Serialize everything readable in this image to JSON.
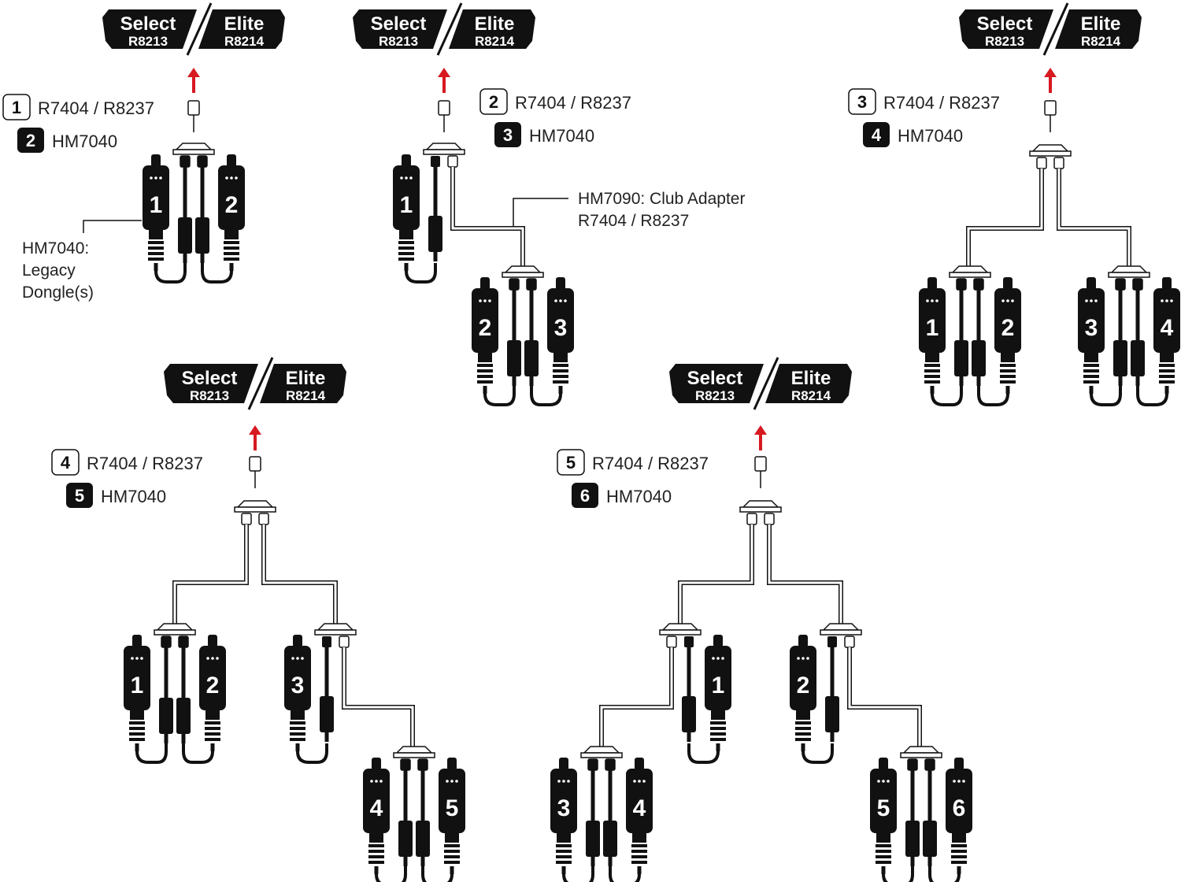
{
  "colors": {
    "ink": "#111111",
    "accent": "#d71920",
    "paper": "#ffffff"
  },
  "console": {
    "select_label": "Select",
    "select_model": "R8213",
    "elite_label": "Elite",
    "elite_model": "R8214"
  },
  "configurations": [
    {
      "id": "config-2-dongles",
      "splitter_badge": "1",
      "splitter_text": "R7404 / R8237",
      "dongle_badge": "2",
      "dongle_text": "HM7040",
      "dongle_numbers": [
        "1",
        "2"
      ]
    },
    {
      "id": "config-3-dongles",
      "splitter_badge": "2",
      "splitter_text": "R7404 / R8237",
      "dongle_badge": "3",
      "dongle_text": "HM7040",
      "dongle_numbers": [
        "1",
        "2",
        "3"
      ]
    },
    {
      "id": "config-4-dongles",
      "splitter_badge": "3",
      "splitter_text": "R7404 / R8237",
      "dongle_badge": "4",
      "dongle_text": "HM7040",
      "dongle_numbers": [
        "1",
        "2",
        "3",
        "4"
      ]
    },
    {
      "id": "config-5-dongles",
      "splitter_badge": "4",
      "splitter_text": "R7404 / R8237",
      "dongle_badge": "5",
      "dongle_text": "HM7040",
      "dongle_numbers": [
        "1",
        "2",
        "3",
        "4",
        "5"
      ]
    },
    {
      "id": "config-6-dongles",
      "splitter_badge": "5",
      "splitter_text": "R7404 / R8237",
      "dongle_badge": "6",
      "dongle_text": "HM7040",
      "dongle_numbers": [
        "1",
        "2",
        "3",
        "4",
        "5",
        "6"
      ]
    }
  ],
  "callouts": {
    "legacy_dongle": [
      "HM7040:",
      "Legacy",
      "Dongle(s)"
    ],
    "club_adapter": [
      "HM7090: Club Adapter",
      "R7404 / R8237"
    ]
  }
}
